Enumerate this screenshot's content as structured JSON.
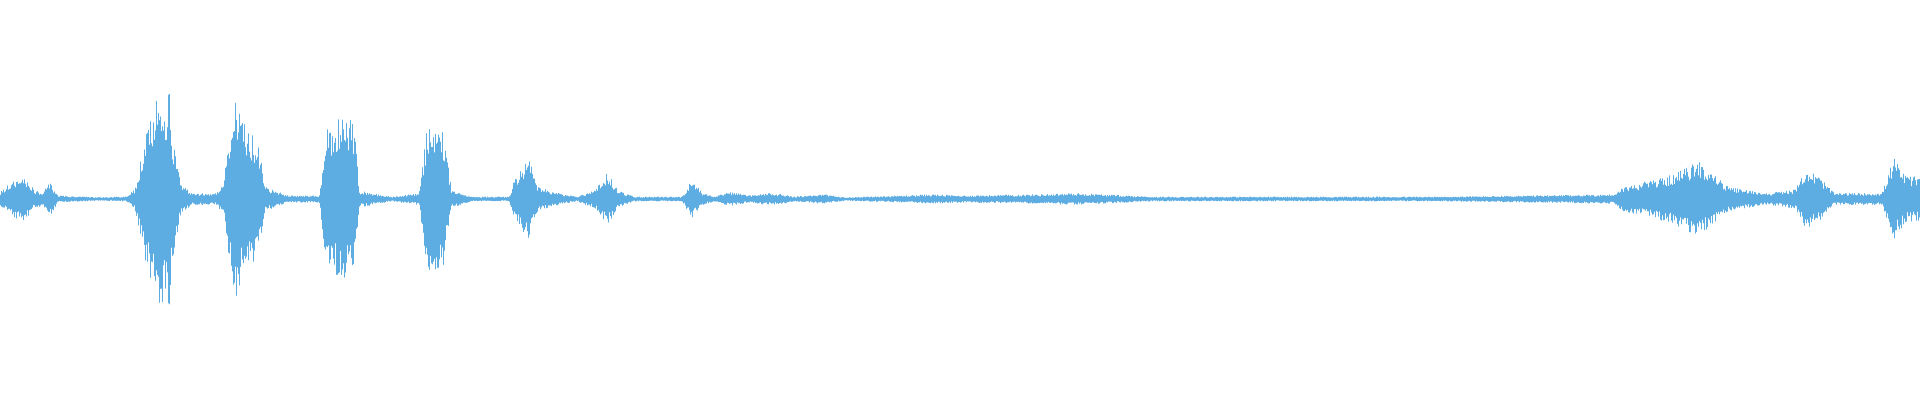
{
  "waveform": {
    "color": "#5dade2",
    "envelope": [
      [
        0,
        0.06
      ],
      [
        0.004,
        0.12
      ],
      [
        0.012,
        0.2
      ],
      [
        0.018,
        0.07
      ],
      [
        0.022,
        0.06
      ],
      [
        0.026,
        0.14
      ],
      [
        0.03,
        0.03
      ],
      [
        0.05,
        0.015
      ],
      [
        0.065,
        0.02
      ],
      [
        0.07,
        0.08
      ],
      [
        0.075,
        0.5
      ],
      [
        0.082,
        0.86
      ],
      [
        0.088,
        0.9
      ],
      [
        0.09,
        0.5
      ],
      [
        0.094,
        0.12
      ],
      [
        0.1,
        0.05
      ],
      [
        0.112,
        0.05
      ],
      [
        0.116,
        0.12
      ],
      [
        0.122,
        0.85
      ],
      [
        0.128,
        0.62
      ],
      [
        0.134,
        0.5
      ],
      [
        0.138,
        0.1
      ],
      [
        0.15,
        0.03
      ],
      [
        0.166,
        0.03
      ],
      [
        0.17,
        0.58
      ],
      [
        0.178,
        0.7
      ],
      [
        0.184,
        0.68
      ],
      [
        0.187,
        0.07
      ],
      [
        0.204,
        0.02
      ],
      [
        0.218,
        0.05
      ],
      [
        0.222,
        0.58
      ],
      [
        0.23,
        0.64
      ],
      [
        0.235,
        0.08
      ],
      [
        0.245,
        0.02
      ],
      [
        0.265,
        0.02
      ],
      [
        0.268,
        0.18
      ],
      [
        0.275,
        0.35
      ],
      [
        0.28,
        0.1
      ],
      [
        0.288,
        0.06
      ],
      [
        0.3,
        0.02
      ],
      [
        0.31,
        0.08
      ],
      [
        0.316,
        0.22
      ],
      [
        0.322,
        0.07
      ],
      [
        0.33,
        0.02
      ],
      [
        0.355,
        0.02
      ],
      [
        0.36,
        0.16
      ],
      [
        0.366,
        0.05
      ],
      [
        0.372,
        0.02
      ],
      [
        0.38,
        0.06
      ],
      [
        0.39,
        0.03
      ],
      [
        0.4,
        0.05
      ],
      [
        0.408,
        0.04
      ],
      [
        0.413,
        0.02
      ],
      [
        0.428,
        0.04
      ],
      [
        0.44,
        0.015
      ],
      [
        0.47,
        0.03
      ],
      [
        0.485,
        0.04
      ],
      [
        0.5,
        0.03
      ],
      [
        0.54,
        0.04
      ],
      [
        0.56,
        0.05
      ],
      [
        0.6,
        0.02
      ],
      [
        0.64,
        0.02
      ],
      [
        0.7,
        0.02
      ],
      [
        0.75,
        0.02
      ],
      [
        0.8,
        0.03
      ],
      [
        0.84,
        0.04
      ],
      [
        0.845,
        0.1
      ],
      [
        0.87,
        0.2
      ],
      [
        0.885,
        0.32
      ],
      [
        0.9,
        0.1
      ],
      [
        0.92,
        0.05
      ],
      [
        0.935,
        0.08
      ],
      [
        0.94,
        0.26
      ],
      [
        0.948,
        0.18
      ],
      [
        0.955,
        0.05
      ],
      [
        0.98,
        0.05
      ],
      [
        0.986,
        0.35
      ],
      [
        0.992,
        0.2
      ],
      [
        1,
        0.18
      ]
    ]
  }
}
